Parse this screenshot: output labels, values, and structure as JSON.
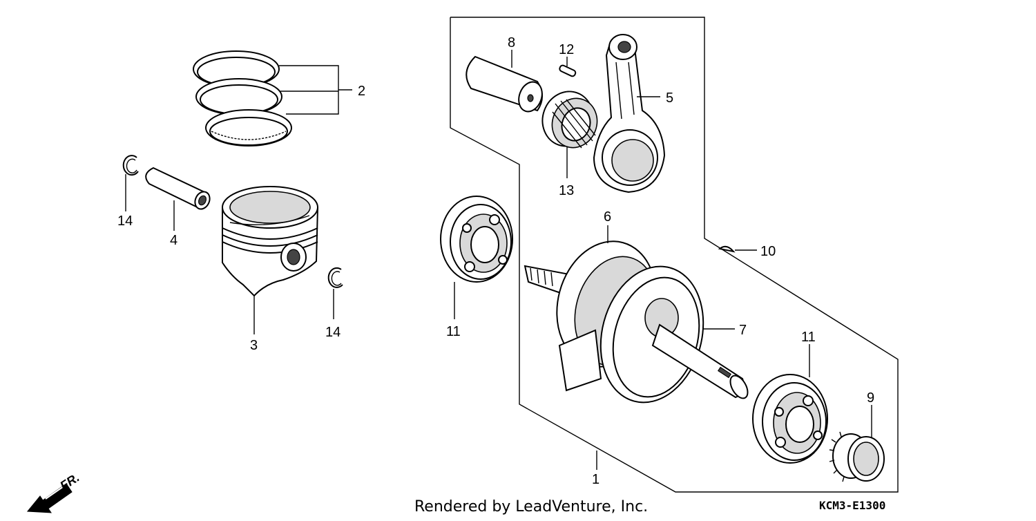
{
  "callouts": {
    "c1": "1",
    "c2": "2",
    "c3": "3",
    "c4": "4",
    "c5": "5",
    "c6": "6",
    "c7": "7",
    "c8": "8",
    "c9": "9",
    "c10": "10",
    "c11a": "11",
    "c11b": "11",
    "c12": "12",
    "c13": "13",
    "c14a": "14",
    "c14b": "14"
  },
  "footer": {
    "credit": "Rendered by LeadVenture, Inc.",
    "diagram_code": "KCM3-E1300"
  },
  "direction": {
    "label": "FR.",
    "icon": "front-direction-arrow-icon"
  }
}
